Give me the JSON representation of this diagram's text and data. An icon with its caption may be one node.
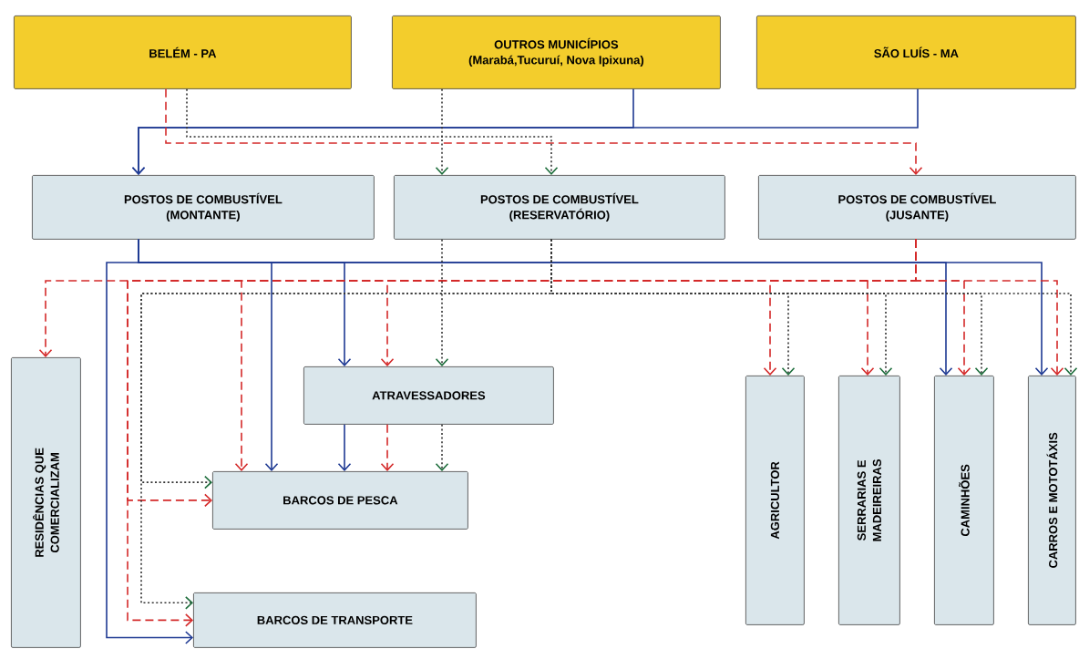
{
  "diagram": {
    "nodes": [
      {
        "text": [
          "BELÉM - PA"
        ]
      },
      {
        "text": [
          "OUTROS MUNICÍPIOS",
          "(Marabá,Tucuruí, Nova Ipixuna)"
        ]
      },
      {
        "text": [
          "SÃO LUÍS - MA"
        ]
      },
      {
        "text": [
          "POSTOS DE COMBUSTÍVEL",
          "(MONTANTE)"
        ]
      },
      {
        "text": [
          "POSTOS DE COMBUSTÍVEL",
          "(RESERVATÓRIO)"
        ]
      },
      {
        "text": [
          "POSTOS DE COMBUSTÍVEL",
          "(JUSANTE)"
        ]
      },
      {
        "text": [
          "RESIDÊNCIAS QUE COMERCIALIZAM"
        ]
      },
      {
        "text": [
          "ATRAVESSADORES"
        ]
      },
      {
        "text": [
          "BARCOS DE PESCA"
        ]
      },
      {
        "text": [
          "BARCOS DE TRANSPORTE"
        ]
      },
      {
        "text": [
          "AGRICULTOR"
        ]
      },
      {
        "text": [
          "SERRARIAS E MADEIREIRAS"
        ]
      },
      {
        "text": [
          "CAMINHÕES"
        ]
      },
      {
        "text": [
          "CARROS E MOTOTÁXIS"
        ]
      }
    ],
    "edges": [
      {
        "from": 1,
        "to": 3,
        "arrow": "to",
        "color": "#1f3a93"
      },
      {
        "from": 2,
        "to": 3,
        "arrow": "to",
        "color": "#1f3a93"
      },
      {
        "from": 0,
        "to": 5,
        "arrow": "to",
        "style": "dashed",
        "color": "#d42a2a"
      },
      {
        "from": 0,
        "to": 4,
        "arrow": "to",
        "style": "dashed",
        "color": "#333333"
      },
      {
        "from": 1,
        "to": 4,
        "arrow": "to",
        "style": "dashed",
        "color": "#333333"
      },
      {
        "from": 3,
        "to": 9,
        "arrow": "to",
        "color": "#1f3a93"
      },
      {
        "from": 3,
        "to": 8,
        "arrow": "to",
        "color": "#1f3a93"
      },
      {
        "from": 3,
        "to": 7,
        "arrow": "to",
        "color": "#1f3a93"
      },
      {
        "from": 3,
        "to": 12,
        "arrow": "to",
        "color": "#1f3a93"
      },
      {
        "from": 3,
        "to": 13,
        "arrow": "to",
        "color": "#1f3a93"
      },
      {
        "from": 5,
        "to": 6,
        "arrow": "to",
        "style": "dashed",
        "color": "#d42a2a"
      },
      {
        "from": 5,
        "to": 8,
        "arrow": "to",
        "style": "dashed",
        "color": "#d42a2a"
      },
      {
        "from": 5,
        "to": 8,
        "arrow": "to",
        "style": "dashed",
        "color": "#d42a2a"
      },
      {
        "from": 5,
        "to": 9,
        "arrow": "to",
        "style": "dashed",
        "color": "#d42a2a"
      },
      {
        "from": 5,
        "to": 7,
        "arrow": "to",
        "style": "dashed",
        "color": "#d42a2a"
      },
      {
        "from": 5,
        "to": 10,
        "arrow": "to",
        "style": "dashed",
        "color": "#d42a2a"
      },
      {
        "from": 5,
        "to": 11,
        "arrow": "to",
        "style": "dashed",
        "color": "#d42a2a"
      },
      {
        "from": 5,
        "to": 12,
        "arrow": "to",
        "style": "dashed",
        "color": "#d42a2a"
      },
      {
        "from": 5,
        "to": 13,
        "arrow": "to",
        "style": "dashed",
        "color": "#d42a2a"
      },
      {
        "from": 4,
        "to": 7,
        "arrow": "to",
        "style": "dashed",
        "color": "#333333"
      },
      {
        "from": 4,
        "to": 8,
        "arrow": "to",
        "style": "dashed",
        "color": "#333333"
      },
      {
        "from": 4,
        "to": 9,
        "arrow": "to",
        "style": "dashed",
        "color": "#333333"
      },
      {
        "from": 4,
        "to": 10,
        "arrow": "to",
        "style": "dashed",
        "color": "#333333"
      },
      {
        "from": 4,
        "to": 11,
        "arrow": "to",
        "style": "dashed",
        "color": "#333333"
      },
      {
        "from": 4,
        "to": 12,
        "arrow": "to",
        "style": "dashed",
        "color": "#333333"
      },
      {
        "from": 4,
        "to": 13,
        "arrow": "to",
        "style": "dashed",
        "color": "#333333"
      },
      {
        "from": 7,
        "to": 8,
        "arrow": "to",
        "color": "#1f3a93"
      },
      {
        "from": 7,
        "to": 8,
        "arrow": "to",
        "style": "dashed",
        "color": "#d42a2a"
      },
      {
        "from": 7,
        "to": 8,
        "arrow": "to",
        "style": "dashed",
        "color": "#333333"
      }
    ]
  }
}
